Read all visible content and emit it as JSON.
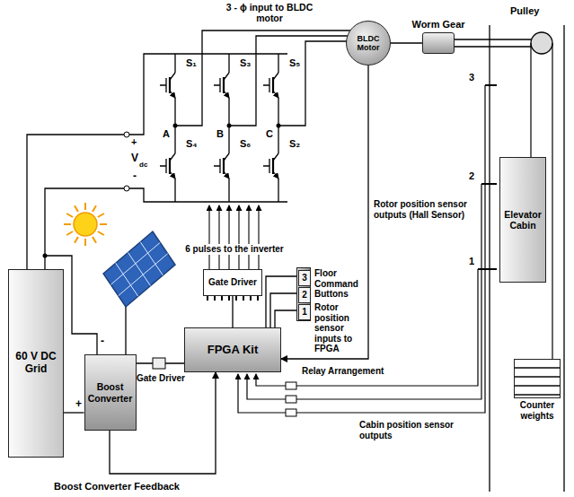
{
  "diagram": {
    "nodes": [
      {
        "text": [
          "BLDC Motor"
        ]
      },
      {
        "text": [
          "Worm Gear"
        ]
      },
      {
        "text": [
          "Elevator Cabin"
        ]
      },
      {
        "text": [
          "60 V DC Grid"
        ]
      },
      {
        "text": [
          "Floor Command Buttons"
        ]
      },
      {
        "text": [
          "3"
        ],
        "in": 4
      },
      {
        "text": [
          "2"
        ],
        "in": 4
      },
      {
        "text": [
          "1"
        ],
        "in": 4
      },
      {
        "text": [
          "Gate Driver"
        ]
      },
      {
        "text": [
          "FPGA Kit"
        ]
      },
      {
        "text": [
          "Counter weights"
        ]
      },
      {
        "text": [
          "Boost Converter"
        ]
      }
    ],
    "edges": [
      {
        "from": 0,
        "to": 1,
        "arrow": "none"
      },
      {
        "from": 9,
        "to": 8,
        "arrow": "none"
      },
      {
        "from": 0,
        "to": 9,
        "arrow": "to"
      },
      {
        "from": 11,
        "to": 9,
        "arrow": "to"
      },
      {
        "from": 9,
        "to": 11,
        "arrow": "none"
      },
      {
        "from": 5,
        "to": 9,
        "arrow": "none"
      },
      {
        "from": 6,
        "to": 9,
        "arrow": "none"
      },
      {
        "from": 7,
        "to": 9,
        "arrow": "none"
      },
      {
        "from": 3,
        "to": 11,
        "arrow": "none"
      }
    ],
    "labels": [
      "3 - ϕ input to BLDC motor",
      "Pulley",
      "S₁",
      "S₃",
      "S₅",
      "S₄",
      "S₆",
      "S₂",
      "A",
      "B",
      "C",
      "+",
      "V",
      "dc",
      "-",
      "3",
      "2",
      "1",
      "6 pulses to the inverter",
      "Rotor position sensor outputs (Hall Sensor)",
      "Rotor position sensor inputs to FPGA",
      "Relay Arrangement",
      "Cabin position sensor outputs",
      "Gate Driver",
      "Boost Converter Feedback",
      "-",
      "+"
    ]
  }
}
